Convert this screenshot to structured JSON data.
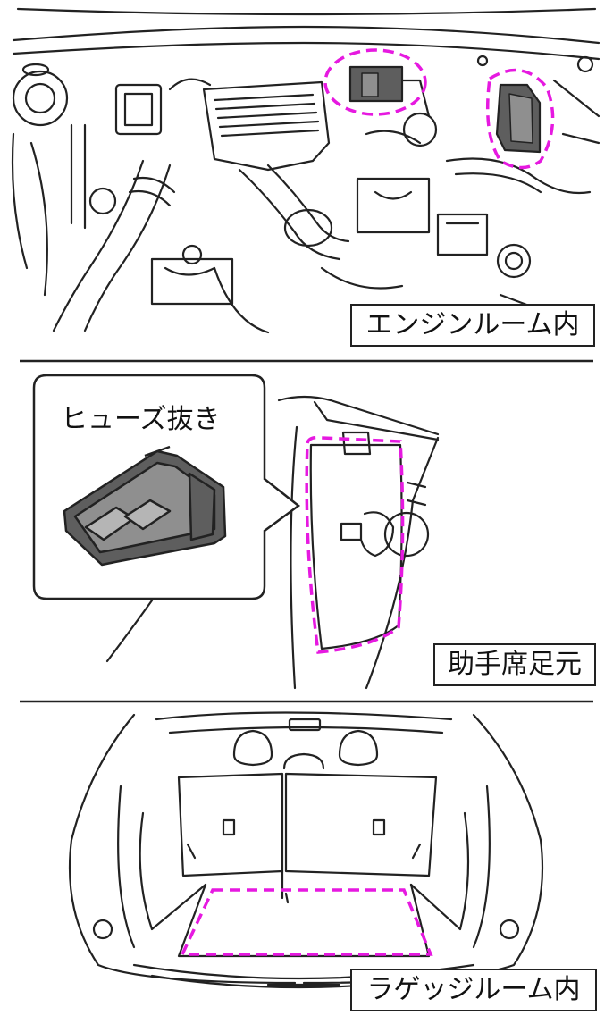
{
  "colors": {
    "line": "#222222",
    "highlight": "#e619e0",
    "part_fill": "#8f8f8f",
    "part_fill_dark": "#5e5e5e"
  },
  "panels": [
    {
      "id": "engine",
      "label": "エンジンルーム内"
    },
    {
      "id": "passenger",
      "label": "助手席足元",
      "callout_label": "ヒューズ抜き"
    },
    {
      "id": "luggage",
      "label": "ラゲッジルーム内"
    }
  ]
}
